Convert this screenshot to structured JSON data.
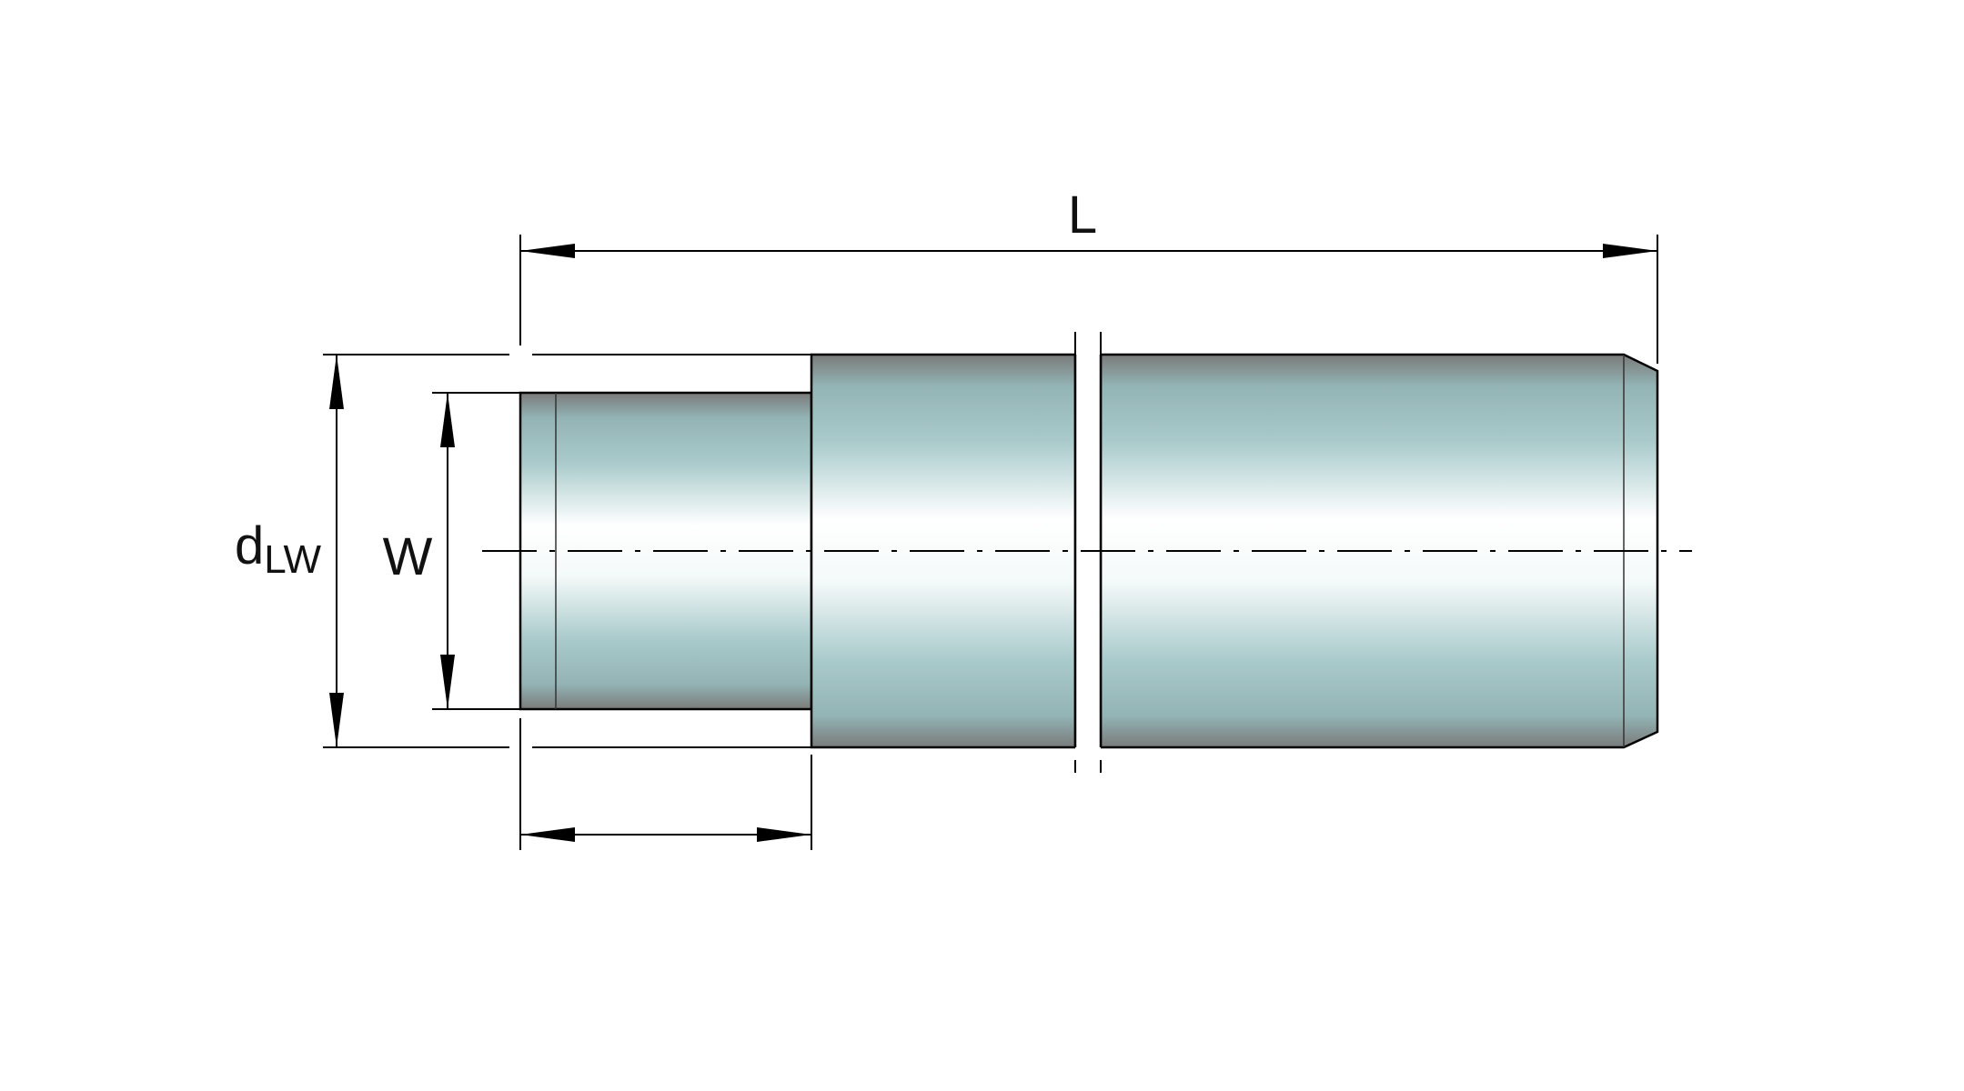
{
  "labels": {
    "length": "L",
    "outer_diameter_main": "d",
    "outer_diameter_sub": "LW",
    "stub_diameter": "W"
  }
}
